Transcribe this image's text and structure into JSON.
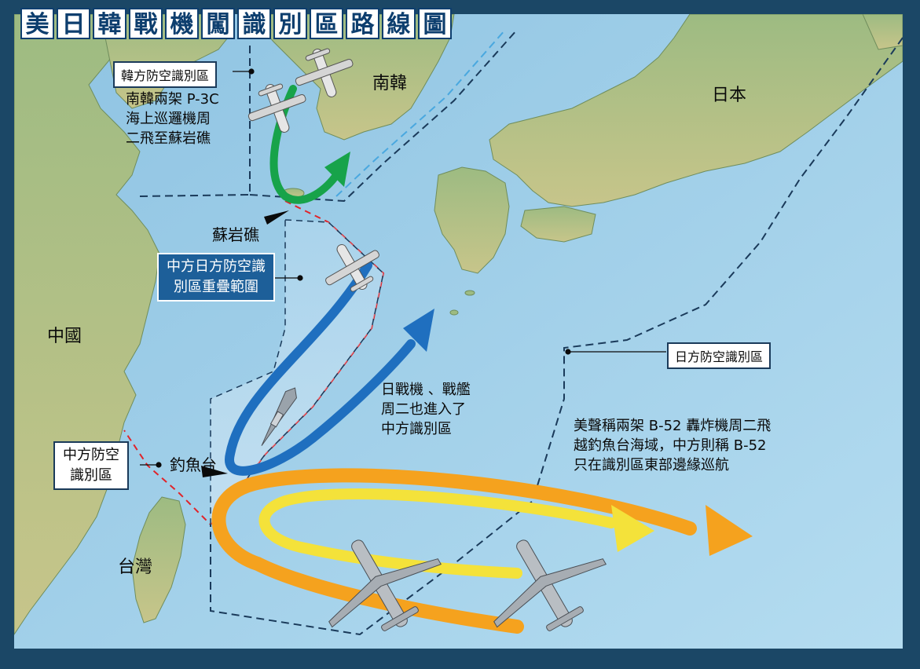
{
  "title_chars": [
    "美",
    "日",
    "韓",
    "戰",
    "機",
    "闖",
    "識",
    "別",
    "區",
    "路",
    "線",
    "圖"
  ],
  "places": {
    "south_korea": "南韓",
    "japan": "日本",
    "china": "中國",
    "taiwan": "台灣",
    "socotra_rock": "蘇岩礁",
    "diaoyu": "釣魚台"
  },
  "zone_labels": {
    "korea_adiz": "韓方防空識別區",
    "overlap_line1": "中方日方防空識",
    "overlap_line2": "別區重疊範圍",
    "japan_adiz": "日方防空識別區",
    "china_adiz_line1": "中方防空",
    "china_adiz_line2": "識別區"
  },
  "notes": {
    "korea_p3c": [
      "南韓兩架 P-3C",
      "海上巡邏機周",
      "二飛至蘇岩礁"
    ],
    "japan_jets": [
      "日戰機 、戰艦",
      "周二也進入了",
      "中方識別區"
    ],
    "us_b52": [
      "美聲稱兩架 B-52 轟炸機周二飛",
      "越釣魚台海域，中方則稱 B-52",
      "只在識別區東部邊緣巡航"
    ]
  },
  "colors": {
    "sea": "#9ccbe6",
    "land": "#8fb07a",
    "korea_route": "#17a34a",
    "japan_route": "#1f6fbf",
    "us_route_outer": "#f5a21e",
    "us_route_inner": "#f4e23a",
    "china_adiz_border": "#e0242a",
    "korea_adiz_border": "#1a3a5a",
    "japan_adiz_border": "#1a3a5a"
  },
  "icons": [
    "p3c-aircraft-icon",
    "b52-bomber-icon",
    "warship-icon",
    "route-arrow-icon"
  ]
}
